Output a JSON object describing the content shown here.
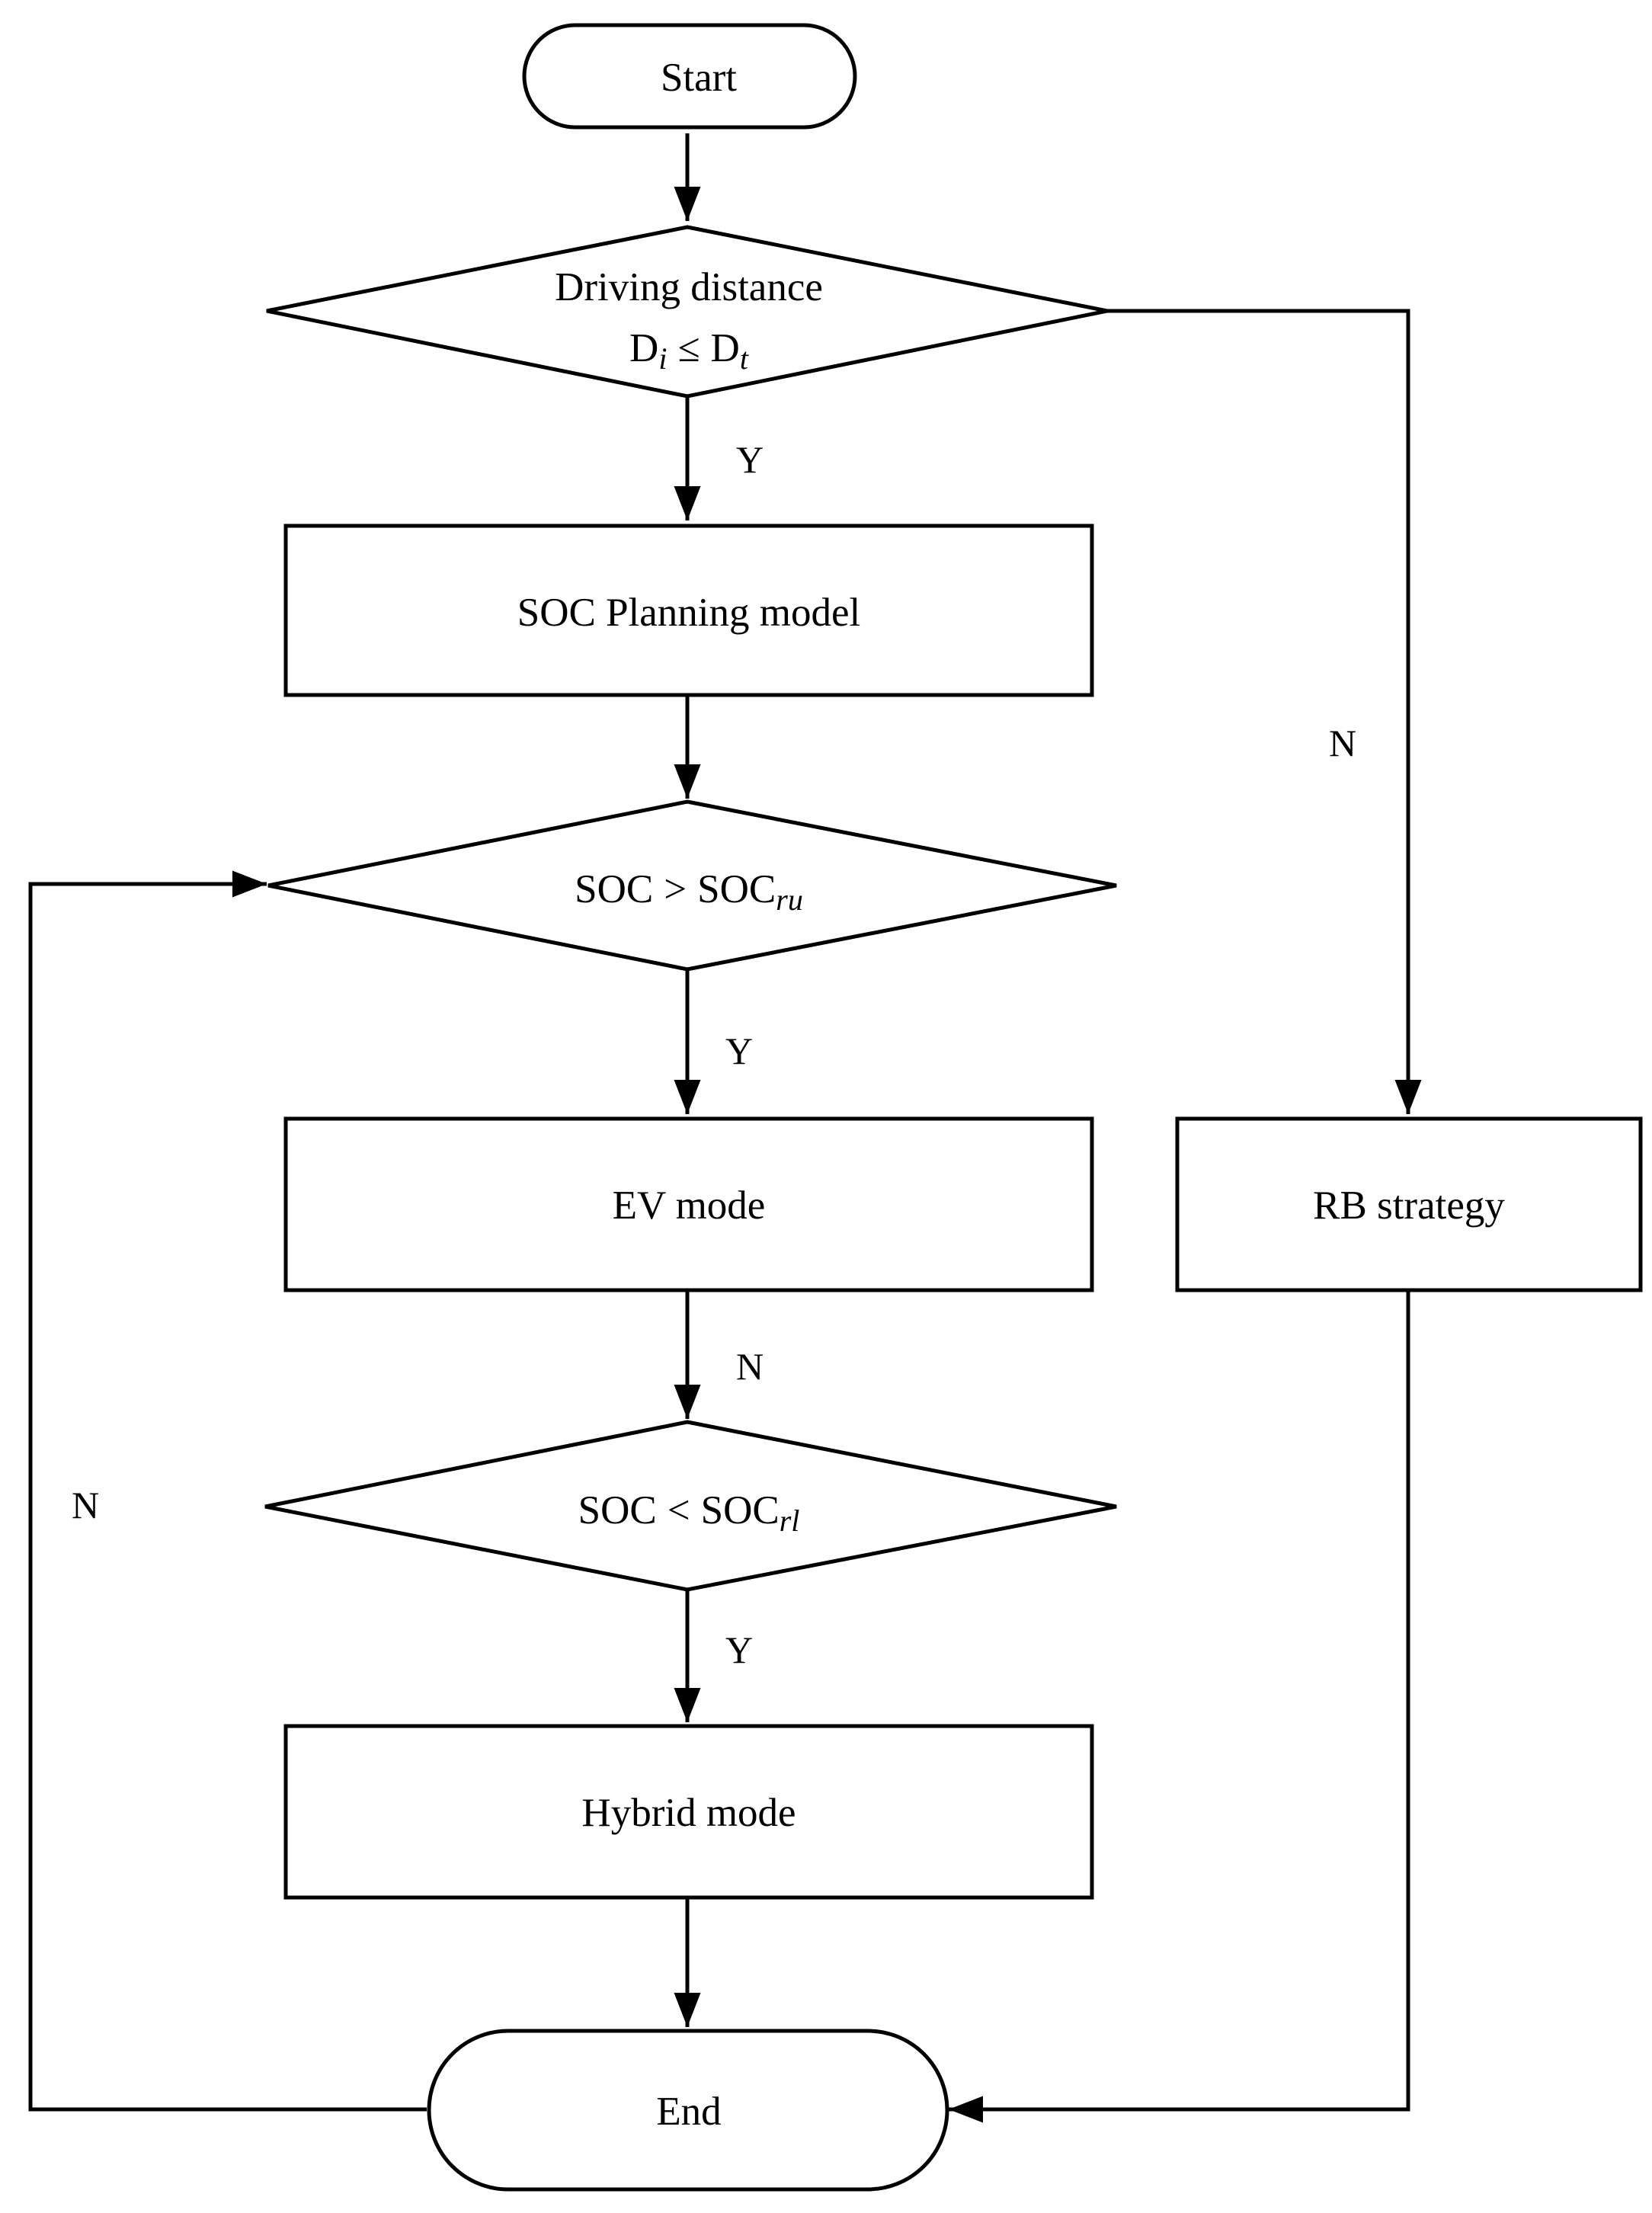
{
  "nodes": {
    "start": "Start",
    "decision_distance": {
      "line1": "Driving distance",
      "lhs_base": "D",
      "lhs_sub": "i",
      "op": "≤",
      "rhs_base": "D",
      "rhs_sub": "t"
    },
    "soc_planning": "SOC Planning model",
    "decision_upper": {
      "lhs": "SOC",
      "op": ">",
      "rhs_base": "SOC",
      "rhs_sub": "ru"
    },
    "ev_mode": "EV mode",
    "decision_lower": {
      "lhs": "SOC",
      "op": "<",
      "rhs_base": "SOC",
      "rhs_sub": "rl"
    },
    "hybrid_mode": "Hybrid mode",
    "rb_strategy": "RB strategy",
    "end": "End"
  },
  "labels": {
    "yes": "Y",
    "no": "N"
  }
}
